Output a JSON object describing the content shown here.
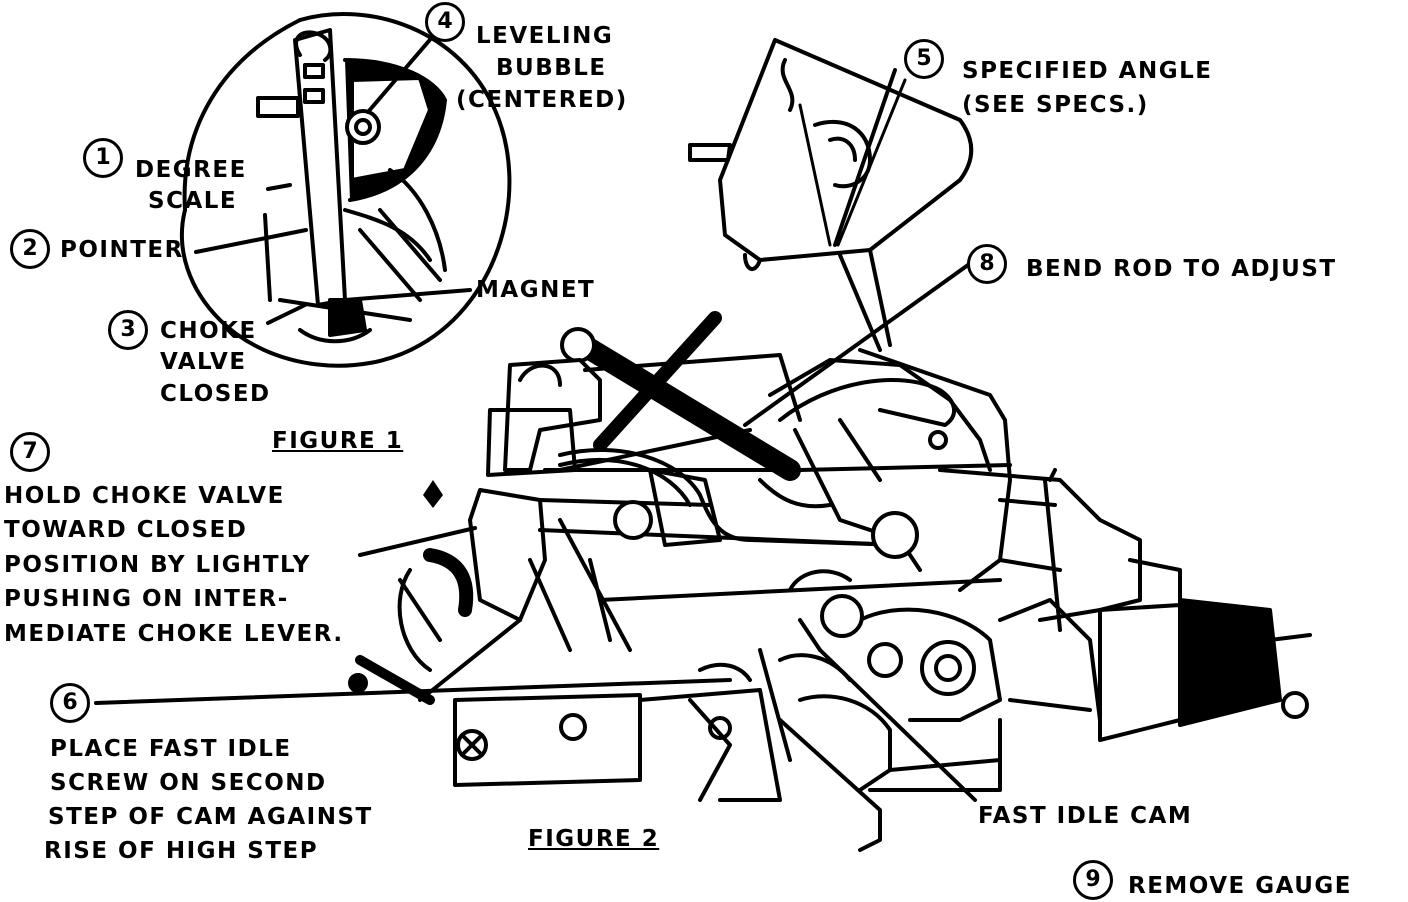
{
  "callouts": [
    {
      "number": "1",
      "lines": [
        "DEGREE",
        "SCALE"
      ]
    },
    {
      "number": "2",
      "lines": [
        "POINTER"
      ]
    },
    {
      "number": "3",
      "lines": [
        "CHOKE",
        "VALVE",
        "CLOSED"
      ]
    },
    {
      "number": "4",
      "lines": [
        "LEVELING",
        "BUBBLE",
        "(CENTERED)"
      ]
    },
    {
      "number": "5",
      "lines": [
        "SPECIFIED ANGLE",
        "(SEE SPECS.)"
      ]
    },
    {
      "number": "6",
      "lines": [
        "PLACE FAST IDLE",
        "SCREW ON SECOND",
        "STEP OF CAM AGAINST",
        "RISE OF HIGH STEP"
      ]
    },
    {
      "number": "7",
      "lines": [
        "HOLD CHOKE VALVE",
        "TOWARD CLOSED",
        "POSITION BY LIGHTLY",
        "PUSHING ON INTER-",
        "MEDIATE CHOKE LEVER."
      ]
    },
    {
      "number": "8",
      "lines": [
        "BEND ROD TO ADJUST"
      ]
    },
    {
      "number": "9",
      "lines": [
        "REMOVE GAUGE"
      ]
    }
  ],
  "labels": {
    "magnet": "MAGNET",
    "fast_idle_cam": "FAST IDLE CAM"
  },
  "figures": {
    "figure1": "FIGURE 1",
    "figure2": "FIGURE 2"
  }
}
